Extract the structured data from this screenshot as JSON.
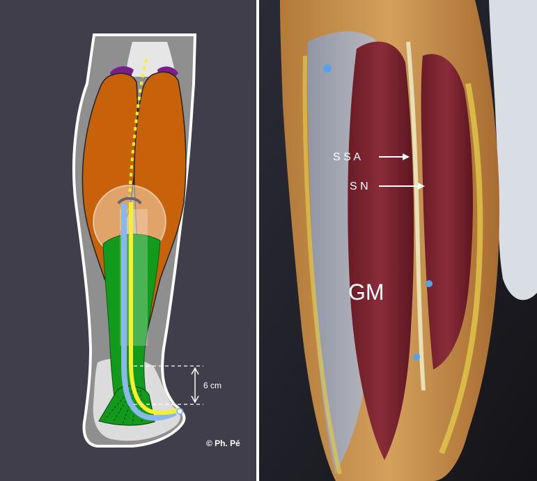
{
  "left_panel": {
    "distance_label": "6 cm",
    "copyright": "© Ph. Pé",
    "background_color": "#3f3e4a",
    "muscle_color": "#c8620a",
    "tendon_color": "#119a1c",
    "nerve_color": "#f7ef2e",
    "vessel_color": "#8ab8ec"
  },
  "right_panel": {
    "label_ssa": "S S A",
    "label_sn": "S N",
    "label_gm": "GM"
  }
}
